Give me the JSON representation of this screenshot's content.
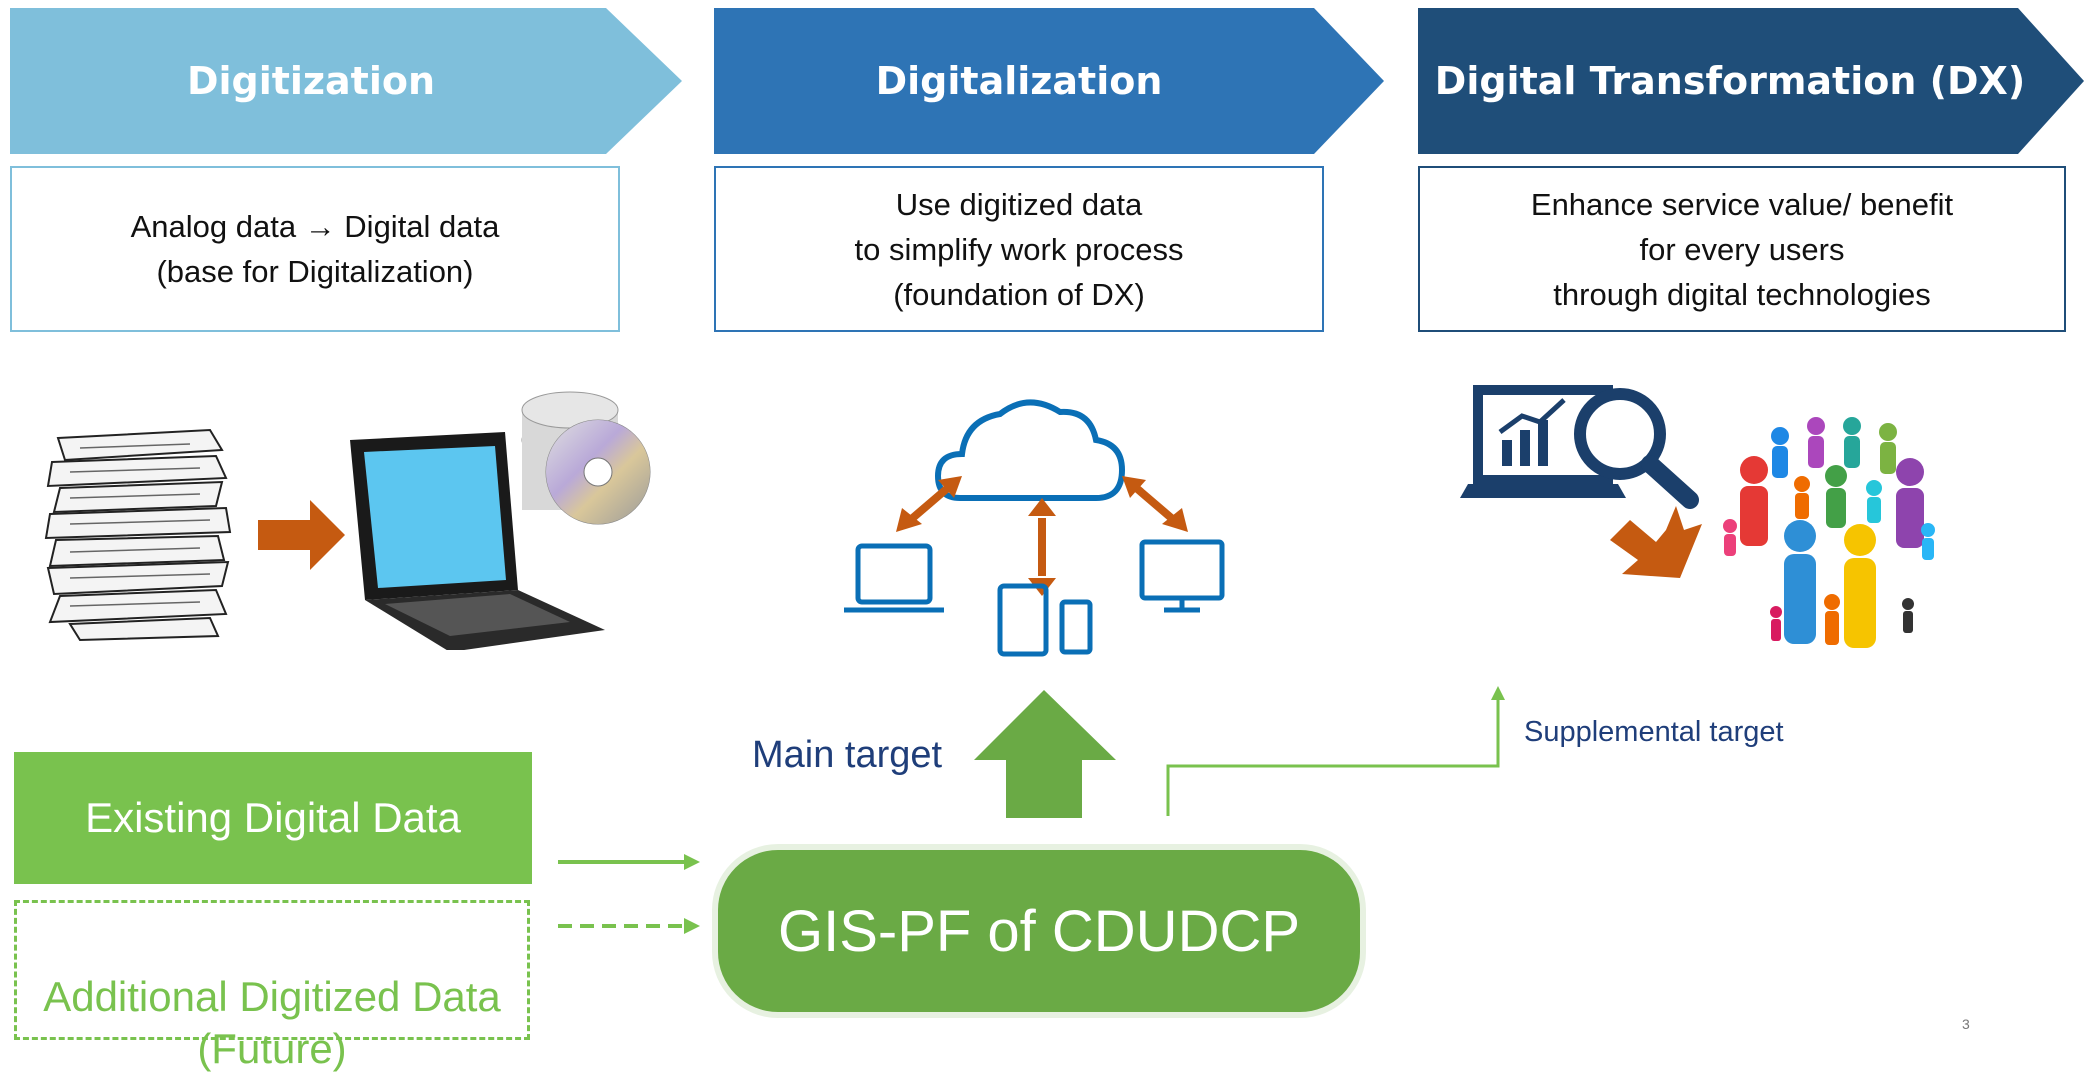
{
  "stages": [
    {
      "title": "Digitization",
      "description": "Analog data  → Digital data\n(base for Digitalization)",
      "color": "#7fbfdb"
    },
    {
      "title": "Digitalization",
      "description": "Use digitized data\nto simplify work process\n(foundation of DX)",
      "color": "#2e74b5"
    },
    {
      "title": "Digital Transformation (DX)",
      "description": "Enhance service value/ benefit\nfor every users\nthrough digital technologies",
      "color": "#1f4e79"
    }
  ],
  "bottom": {
    "existing_data": "Existing Digital Data",
    "additional_data": "Additional Digitized Data\n(Future)",
    "platform": "GIS-PF of CDUDCP",
    "main_target": "Main target",
    "supplemental_target": "Supplemental target",
    "page_number": "3"
  },
  "colors": {
    "green": "#79c24e",
    "dark_green": "#6aaa45",
    "orange": "#c55a11",
    "navy_text": "#1f3e7a",
    "icon_blue": "#0a6fb6",
    "icon_navy": "#1b3f6b"
  },
  "icons": [
    "paper-stack-icon",
    "orange-arrow-icon",
    "laptop-icon",
    "cd-icon",
    "cloud-icon",
    "devices-icon",
    "analytics-search-icon",
    "people-crowd-icon"
  ]
}
